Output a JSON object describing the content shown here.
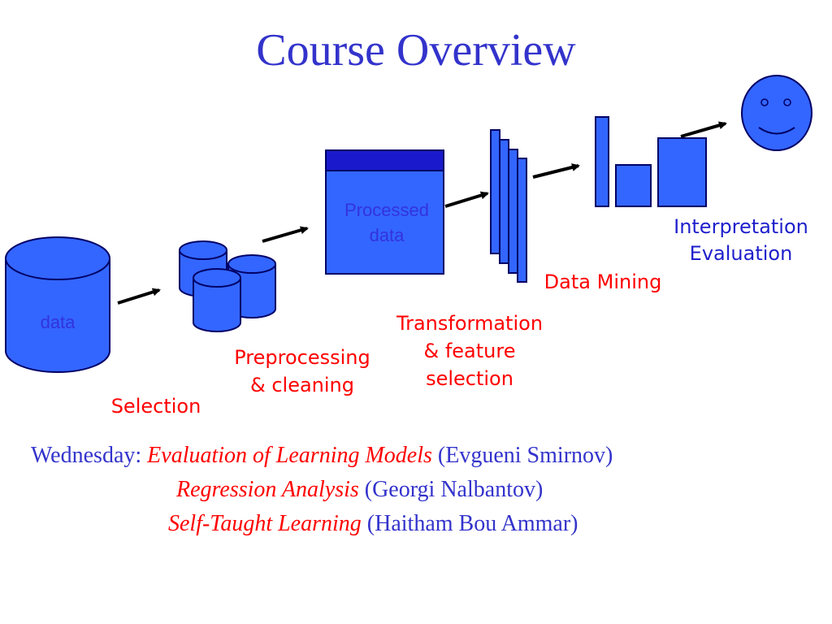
{
  "slide": {
    "title": "Course Overview"
  },
  "diagram": {
    "data_cylinder_label": "data",
    "processed_label_line1": "Processed",
    "processed_label_line2": "data",
    "stage_selection": "Selection",
    "stage_preprocessing_line1": "Preprocessing",
    "stage_preprocessing_line2": "& cleaning",
    "stage_transformation_line1": "Transformation",
    "stage_transformation_line2": "& feature",
    "stage_transformation_line3": "selection",
    "stage_data_mining": "Data Mining",
    "stage_interpretation_line1": "Interpretation",
    "stage_interpretation_line2": "Evaluation",
    "smiley_icon": "smiley-face-icon",
    "colors": {
      "shape_fill": "#3366ff",
      "shape_stroke": "#000066",
      "header_bar": "#1a1acc",
      "stage_text": "#ff0000",
      "interp_text": "#1f1fcc"
    }
  },
  "schedule": {
    "day_label": "Wednesday:",
    "items": [
      {
        "topic": "Evaluation of Learning Models",
        "speaker": "(Evgueni Smirnov)"
      },
      {
        "topic": "Regression Analysis",
        "speaker": "(Georgi Nalbantov)"
      },
      {
        "topic": "Self-Taught Learning",
        "speaker": "(Haitham Bou Ammar)"
      }
    ]
  }
}
